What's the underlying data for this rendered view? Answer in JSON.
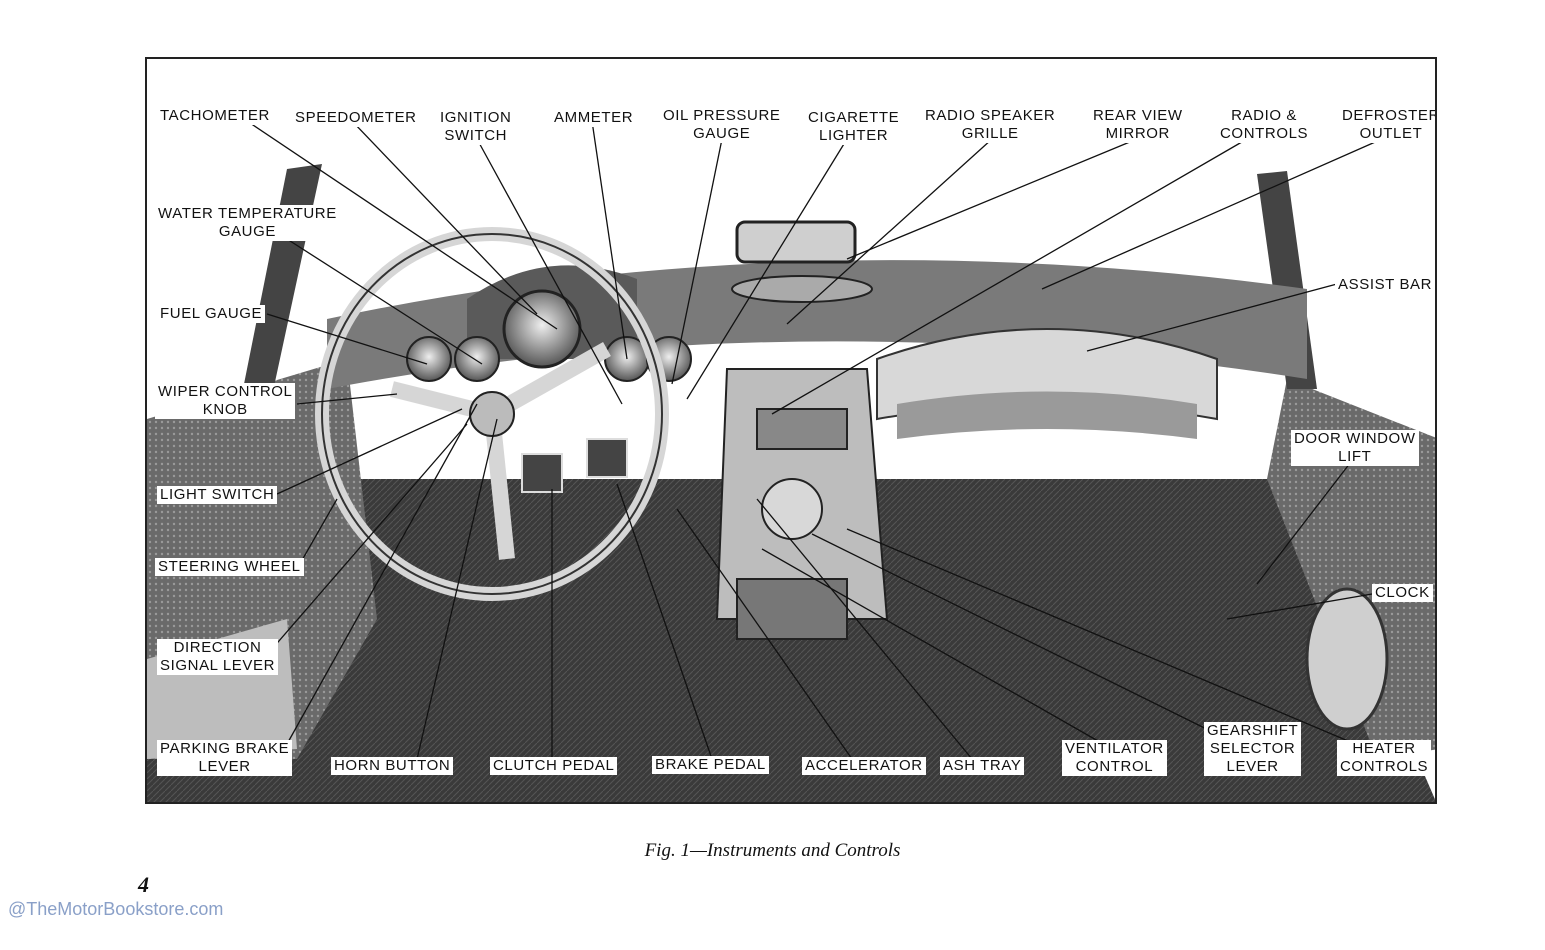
{
  "labels": {
    "tachometer": "TACHOMETER",
    "speedometer": "SPEEDOMETER",
    "ignition_switch": [
      "IGNITION",
      "SWITCH"
    ],
    "ammeter": "AMMETER",
    "oil_pressure_gauge": [
      "OIL PRESSURE",
      "GAUGE"
    ],
    "cigarette_lighter": [
      "CIGARETTE",
      "LIGHTER"
    ],
    "radio_speaker_grille": [
      "RADIO SPEAKER",
      "GRILLE"
    ],
    "rear_view_mirror": [
      "REAR VIEW",
      "MIRROR"
    ],
    "radio_controls": [
      "RADIO &",
      "CONTROLS"
    ],
    "defroster_outlet": [
      "DEFROSTER",
      "OUTLET"
    ],
    "water_temperature_gauge": [
      "WATER TEMPERATURE",
      "GAUGE"
    ],
    "fuel_gauge": "FUEL GAUGE",
    "assist_bar": "ASSIST BAR",
    "wiper_control_knob": [
      "WIPER CONTROL",
      "KNOB"
    ],
    "door_window_lift": [
      "DOOR WINDOW",
      "LIFT"
    ],
    "light_switch": "LIGHT SWITCH",
    "steering_wheel": "STEERING WHEEL",
    "clock": "CLOCK",
    "direction_signal_lever": [
      "DIRECTION",
      "SIGNAL LEVER"
    ],
    "parking_brake_lever": [
      "PARKING BRAKE",
      "LEVER"
    ],
    "horn_button": "HORN BUTTON",
    "clutch_pedal": "CLUTCH PEDAL",
    "brake_pedal": "BRAKE PEDAL",
    "accelerator": "ACCELERATOR",
    "ash_tray": "ASH TRAY",
    "ventilator_control": [
      "VENTILATOR",
      "CONTROL"
    ],
    "gearshift_selector_lever": [
      "GEARSHIFT",
      "SELECTOR",
      "LEVER"
    ],
    "heater_controls": [
      "HEATER",
      "CONTROLS"
    ]
  },
  "caption": "Fig. 1—Instruments and Controls",
  "page_number": "4",
  "watermark": "@TheMotorBookstore.com",
  "colors": {
    "ink": "#111111",
    "watermark": "#8aa0c8"
  }
}
